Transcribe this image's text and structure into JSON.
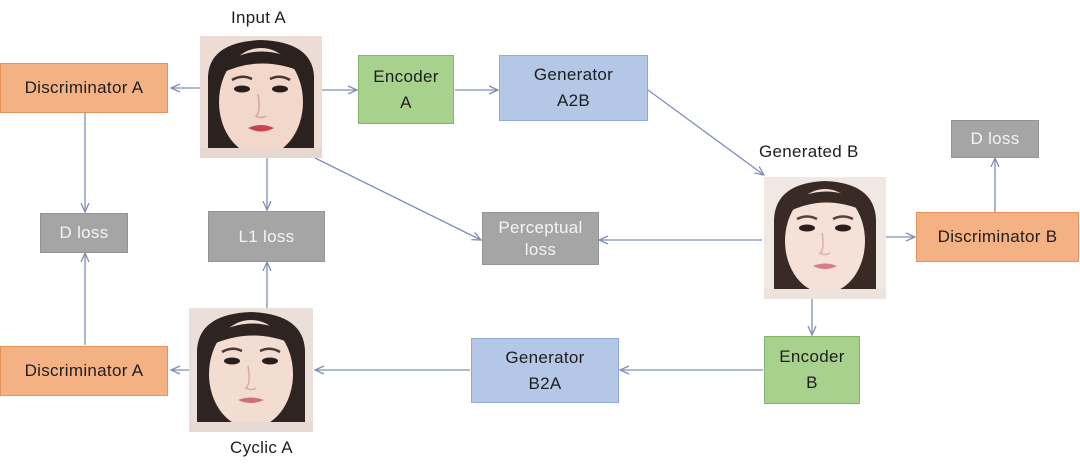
{
  "images": {
    "input_a": "Input  A",
    "generated_b": "Generated  B",
    "cyclic_a": "Cyclic  A"
  },
  "boxes": {
    "discriminator_a_top": "Discriminator  A",
    "encoder_a_line1": "Encoder",
    "encoder_a_line2": "A",
    "generator_a2b_line1": "Generator",
    "generator_a2b_line2": "A2B",
    "d_loss_right": "D  loss",
    "d_loss_left": "D  loss",
    "l1_loss": "L1  loss",
    "perceptual_loss_line1": "Perceptual",
    "perceptual_loss_line2": "loss",
    "discriminator_b": "Discriminator  B",
    "encoder_b_line1": "Encoder",
    "encoder_b_line2": "B",
    "generator_b2a_line1": "Generator",
    "generator_b2a_line2": "B2A",
    "discriminator_a_bottom": "Discriminator  A"
  },
  "colors": {
    "discriminator": "#f4b183",
    "encoder": "#a9d18e",
    "generator": "#b4c7e7",
    "loss": "#a5a5a5",
    "arrow": "#7f8fb5"
  }
}
